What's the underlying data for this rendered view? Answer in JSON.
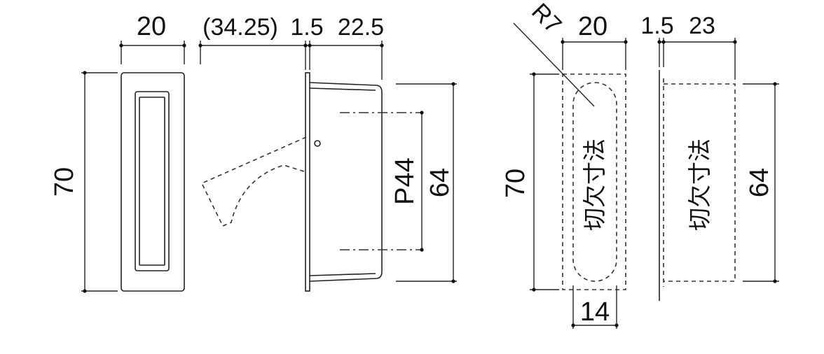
{
  "dimensions": {
    "front_width": "20",
    "front_height": "70",
    "side_offset": "(34.25)",
    "side_flange": "1.5",
    "side_depth": "22.5",
    "side_pitch": "P44",
    "side_body_height": "64",
    "cutout_radius": "R7",
    "cutout_width": "20",
    "cutout_height": "70",
    "cutout_slot_width": "14",
    "cutout_side_flange": "1.5",
    "cutout_side_depth": "23",
    "cutout_side_height": "64"
  },
  "labels": {
    "cutout_front": "切欠寸法",
    "cutout_side": "切欠寸法"
  }
}
